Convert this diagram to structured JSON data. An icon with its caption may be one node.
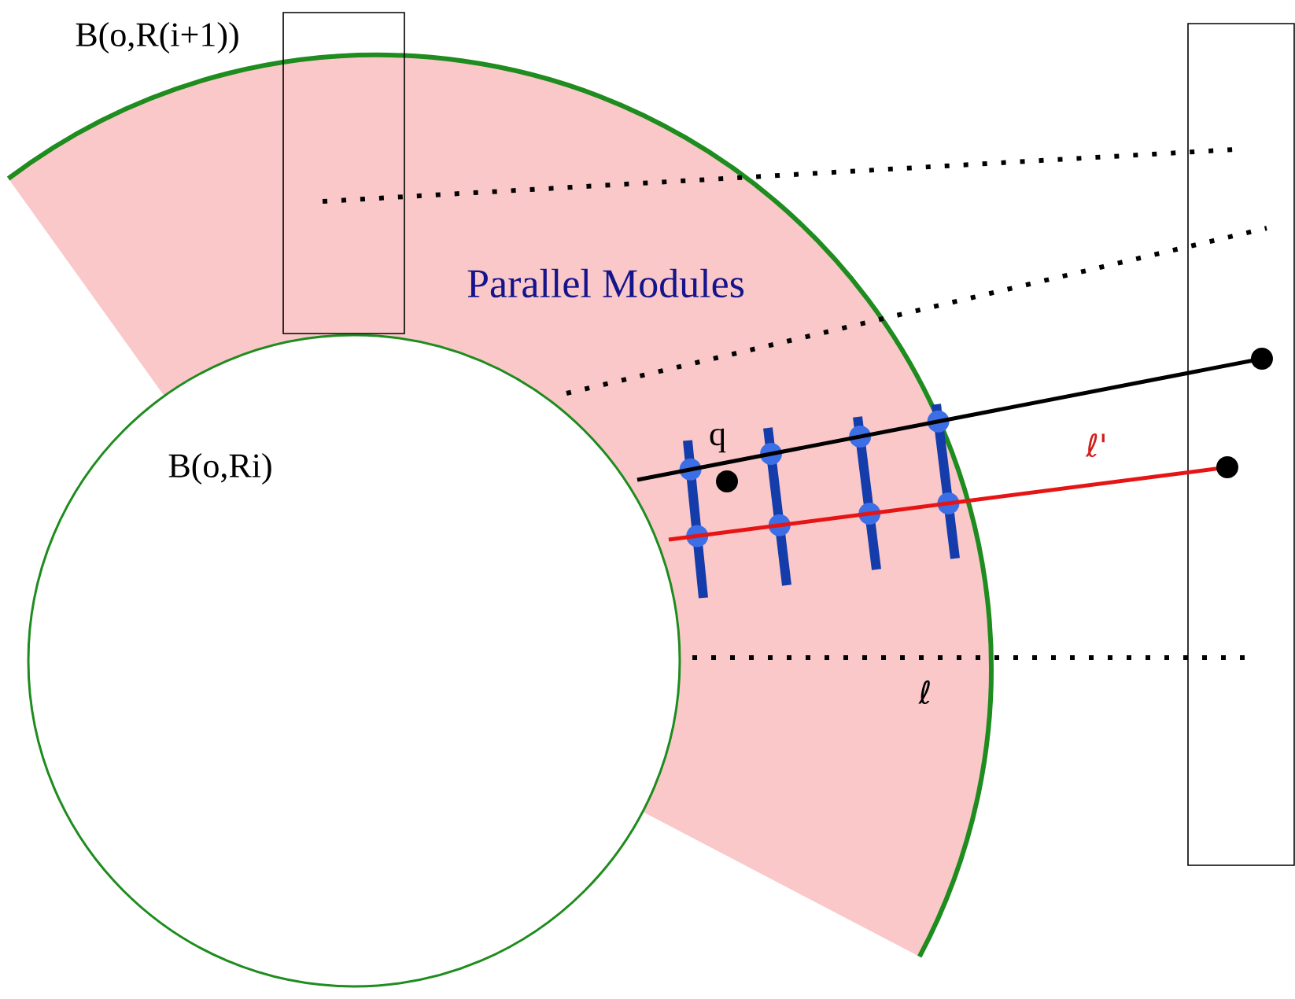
{
  "diagram": {
    "labels": [
      "B(o,R(i+1))",
      "Parallel Modules",
      "B(o,Ri)",
      "q",
      "ℓ'",
      "ℓ"
    ]
  }
}
